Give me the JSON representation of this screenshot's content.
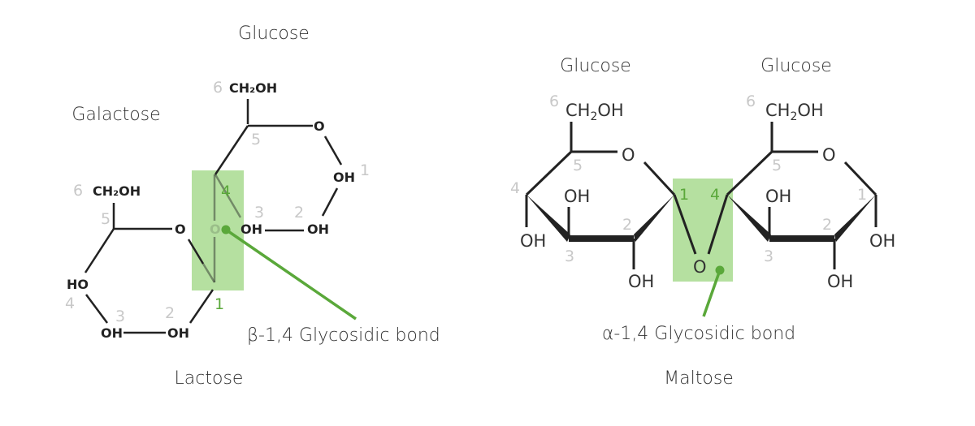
{
  "lactose": {
    "title": "Lactose",
    "glucose_label": "Glucose",
    "galactose_label": "Galactose",
    "bond_label": "β-1,4 Glycosidic bond",
    "groups": {
      "ch2oh": "CH₂OH",
      "o": "O",
      "oh": "OH",
      "ho": "HO"
    },
    "numbers": {
      "n1": "1",
      "n2": "2",
      "n3": "3",
      "n4": "4",
      "n5": "5",
      "n6": "6"
    }
  },
  "maltose": {
    "title": "Maltose",
    "glucose_left_label": "Glucose",
    "glucose_right_label": "Glucose",
    "bond_label": "α-1,4 Glycosidic bond",
    "groups": {
      "ch2": "CH",
      "sub2": "2",
      "ohs": "OH",
      "o": "O",
      "oh": "OH"
    },
    "numbers": {
      "n1": "1",
      "n2": "2",
      "n3": "3",
      "n4": "4",
      "n5": "5",
      "n6": "6"
    }
  },
  "colors": {
    "highlight": "#b5e0a0",
    "accent": "#5aa83a",
    "bond": "#222222",
    "carbon_number": "#c8c8c8"
  }
}
